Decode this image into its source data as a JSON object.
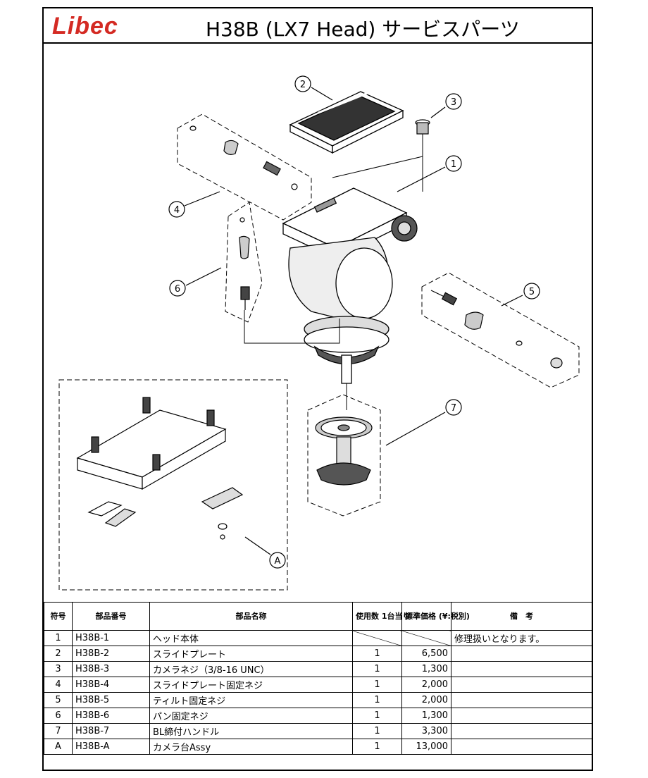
{
  "header": {
    "logo_text": "Libec",
    "title": "H38B (LX7 Head) サービスパーツ",
    "brand_color": "#d42a23"
  },
  "callouts": {
    "c1": "1",
    "c2": "2",
    "c3": "3",
    "c4": "4",
    "c5": "5",
    "c6": "6",
    "c7": "7",
    "cA": "A"
  },
  "table": {
    "headers": {
      "symbol": "符号",
      "part_number": "部品番号",
      "part_name": "部品名称",
      "qty": "使用数 1台当り",
      "price": "標準価格 (¥:税別)",
      "remarks": "備　考"
    },
    "rows": [
      {
        "symbol": "1",
        "part_number": "H38B-1",
        "name": "ヘッド本体",
        "qty": "",
        "price": "",
        "remarks": "修理扱いとなります。"
      },
      {
        "symbol": "2",
        "part_number": "H38B-2",
        "name": "スライドプレート",
        "qty": "1",
        "price": "6,500",
        "remarks": ""
      },
      {
        "symbol": "3",
        "part_number": "H38B-3",
        "name": "カメラネジ（3/8-16 UNC）",
        "qty": "1",
        "price": "1,300",
        "remarks": ""
      },
      {
        "symbol": "4",
        "part_number": "H38B-4",
        "name": "スライドプレート固定ネジ",
        "qty": "1",
        "price": "2,000",
        "remarks": ""
      },
      {
        "symbol": "5",
        "part_number": "H38B-5",
        "name": "ティルト固定ネジ",
        "qty": "1",
        "price": "2,000",
        "remarks": ""
      },
      {
        "symbol": "6",
        "part_number": "H38B-6",
        "name": "パン固定ネジ",
        "qty": "1",
        "price": "1,300",
        "remarks": ""
      },
      {
        "symbol": "7",
        "part_number": "H38B-7",
        "name": "BL締付ハンドル",
        "qty": "1",
        "price": "3,300",
        "remarks": ""
      },
      {
        "symbol": "A",
        "part_number": "H38B-A",
        "name": "カメラ台Assy",
        "qty": "1",
        "price": "13,000",
        "remarks": ""
      }
    ]
  }
}
